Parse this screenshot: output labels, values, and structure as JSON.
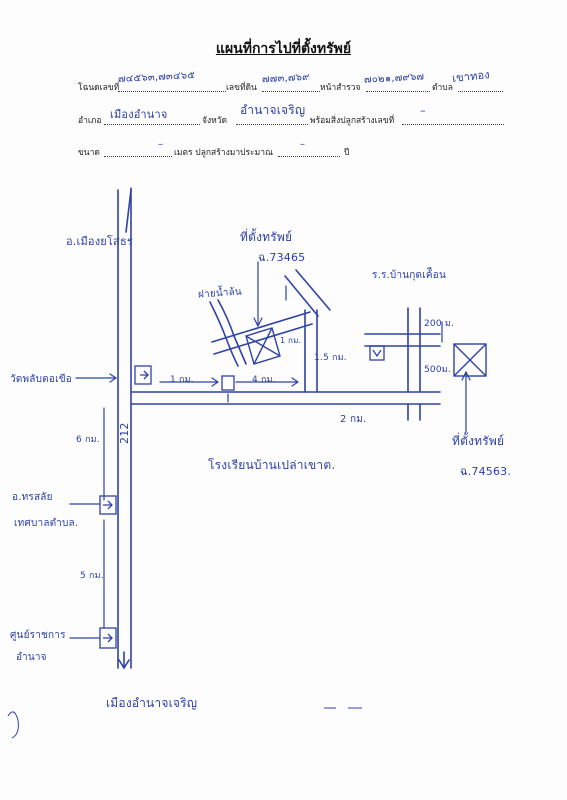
{
  "title": "แผนที่การไปที่ตั้งทรัพย์",
  "form": {
    "deed_label": "โฉนดเลขที่",
    "deed_value": "๗๔๕๖๓,๗๓๔๖๕",
    "land_no_label": "เลขที่ดิน",
    "land_no_value": "๗๗๓,๗๖๙",
    "survey_label": "หน้าสำรวจ",
    "survey_value": "๗๐๒๑,๗๙๖๗",
    "subdistrict_label": "ตำบล",
    "subdistrict_value": "เขาทอง",
    "district_label": "อำเภอ",
    "district_value": "เมืองอำนาจ",
    "province_label": "จังหวัด",
    "province_value": "อำนาจเจริญ",
    "building_label": "พร้อมสิ่งปลูกสร้างเลขที่",
    "building_value": "–",
    "size_label": "ขนาด",
    "size_value": "–",
    "meters_label": "เมตร ปลูกสร้างมาประมาณ",
    "years_value": "–",
    "year_label": "ปี"
  },
  "map": {
    "to_mueang_label": "อ.เมืองยโสธร",
    "property1_heading": "ที่ตั้งทรัพย์",
    "property1_deed": "ฉ.73465",
    "canal_label": "ฝายน้ำล้น",
    "school1_label": "ร.ร.บ้านกุดเค้ือน",
    "dist_200m": "200 ม.",
    "dist_1km_a": "1 กม.",
    "dist_15km": "1.5 กม.",
    "dist_1km_b": "1 กม.",
    "dist_4km": "4 กม.",
    "dist_500m": "500ม.",
    "temple_label": "วัดพลับตอเขือ",
    "dist_2km": "2 กม.",
    "property2_heading": "ที่ตั้งทรัพย์",
    "property2_deed": "ฉ.74563.",
    "dist_6km": "6 กม.",
    "road_number": "212",
    "school2_label": "โรงเรียนบ้านเปล่าเขาต.",
    "tambon_office_label": "อ.ทรสลัย",
    "tambon_office_label2": "เทศบาลตำบล.",
    "dist_5km": "5 กม.",
    "center_label": "ศูนย์ราชการ",
    "center_label2": "อำนาจ",
    "to_amnat_label": "เมืองอำนาจเจริญ"
  }
}
